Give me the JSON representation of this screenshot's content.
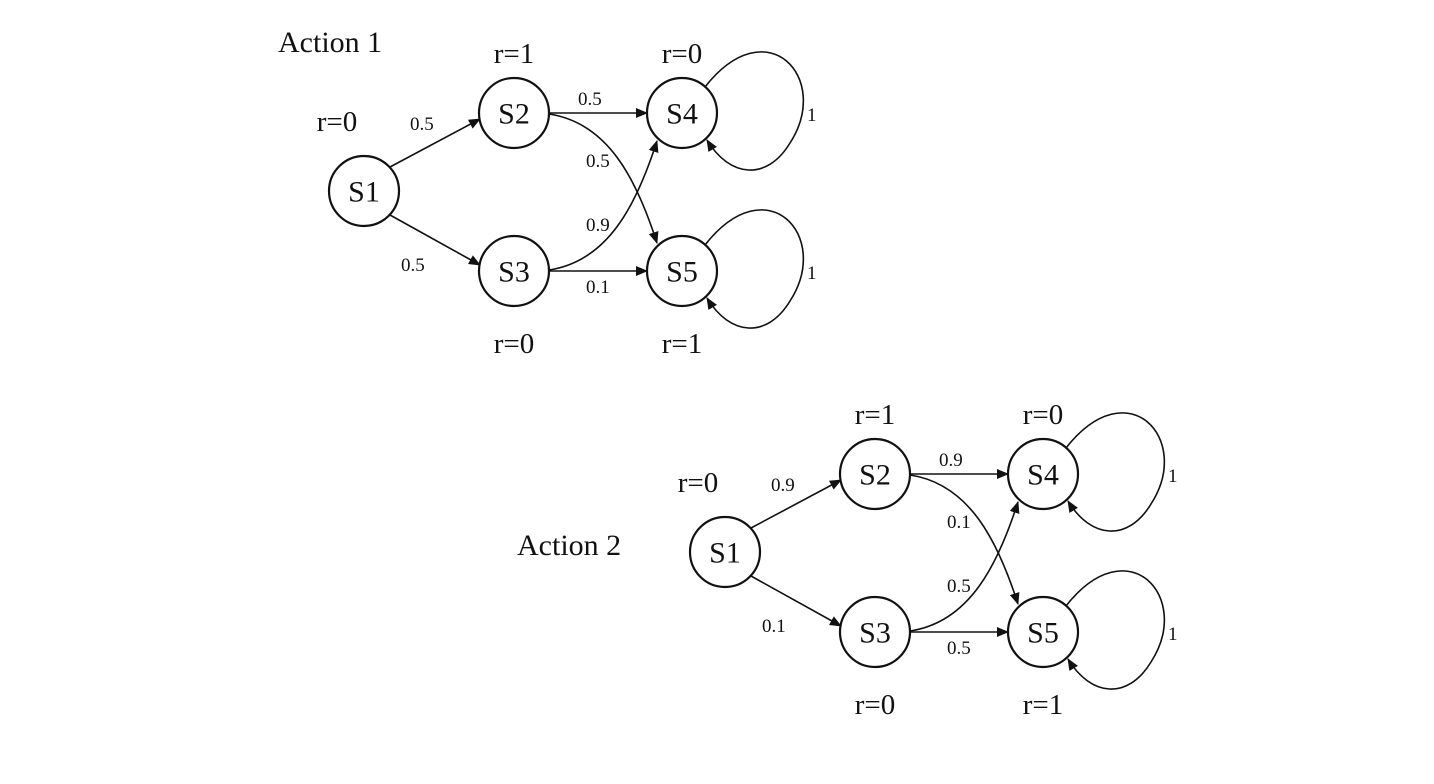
{
  "diagrams": [
    {
      "title": "Action 1",
      "states": [
        "S1",
        "S2",
        "S3",
        "S4",
        "S5"
      ],
      "rewards": {
        "S1": "r=0",
        "S2": "r=1",
        "S3": "r=0",
        "S4": "r=0",
        "S5": "r=1"
      },
      "transitions": [
        {
          "from": "S1",
          "to": "S2",
          "p": "0.5"
        },
        {
          "from": "S1",
          "to": "S3",
          "p": "0.5"
        },
        {
          "from": "S2",
          "to": "S4",
          "p": "0.5"
        },
        {
          "from": "S2",
          "to": "S5",
          "p": "0.5"
        },
        {
          "from": "S3",
          "to": "S4",
          "p": "0.9"
        },
        {
          "from": "S3",
          "to": "S5",
          "p": "0.1"
        },
        {
          "from": "S4",
          "to": "S4",
          "p": "1"
        },
        {
          "from": "S5",
          "to": "S5",
          "p": "1"
        }
      ]
    },
    {
      "title": "Action 2",
      "states": [
        "S1",
        "S2",
        "S3",
        "S4",
        "S5"
      ],
      "rewards": {
        "S1": "r=0",
        "S2": "r=1",
        "S3": "r=0",
        "S4": "r=0",
        "S5": "r=1"
      },
      "transitions": [
        {
          "from": "S1",
          "to": "S2",
          "p": "0.9"
        },
        {
          "from": "S1",
          "to": "S3",
          "p": "0.1"
        },
        {
          "from": "S2",
          "to": "S4",
          "p": "0.9"
        },
        {
          "from": "S2",
          "to": "S5",
          "p": "0.1"
        },
        {
          "from": "S3",
          "to": "S4",
          "p": "0.5"
        },
        {
          "from": "S3",
          "to": "S5",
          "p": "0.5"
        },
        {
          "from": "S4",
          "to": "S4",
          "p": "1"
        },
        {
          "from": "S5",
          "to": "S5",
          "p": "1"
        }
      ]
    }
  ]
}
